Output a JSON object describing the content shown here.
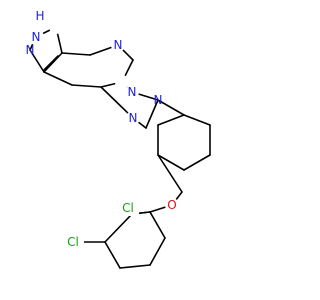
{
  "colors": {
    "background": "#ffffff",
    "bond": "#000000",
    "nitrogen": "#1f1fd6",
    "oxygen": "#e01010",
    "chlorine": "#1aa01a"
  },
  "labels": {
    "nh": "H",
    "n_nh": "N",
    "n_pyrazole": "N",
    "n_pyrimidine": "N",
    "n_bridge": "N",
    "n_triazole_top": "N",
    "n_triazole_low": "N",
    "oxygen": "O",
    "cl_upper": "Cl",
    "cl_lower": "Cl"
  }
}
